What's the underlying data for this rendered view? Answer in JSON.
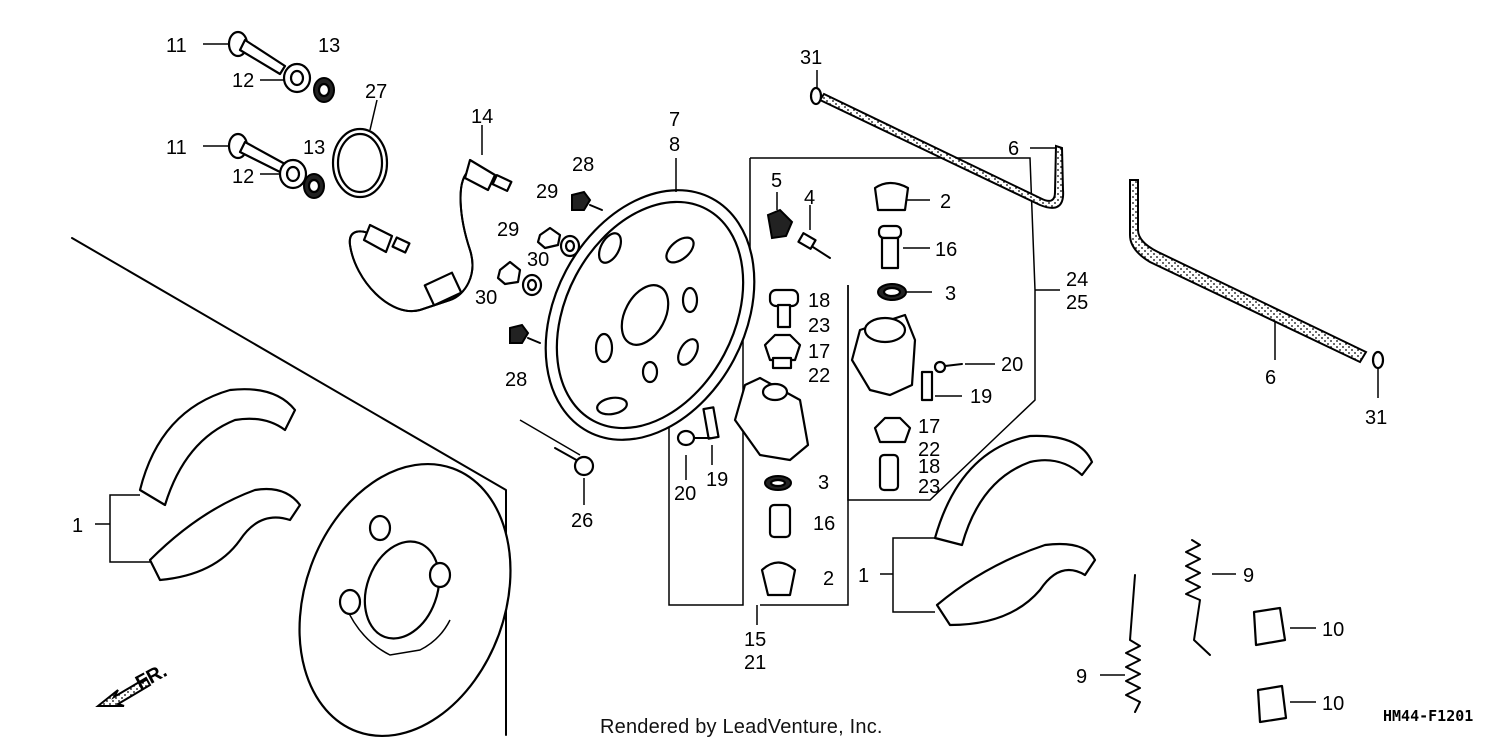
{
  "callouts": [
    {
      "id": "c11a",
      "text": "11"
    },
    {
      "id": "c12a",
      "text": "12"
    },
    {
      "id": "c13a",
      "text": "13"
    },
    {
      "id": "c11b",
      "text": "11"
    },
    {
      "id": "c12b",
      "text": "12"
    },
    {
      "id": "c13b",
      "text": "13"
    },
    {
      "id": "c27",
      "text": "27"
    },
    {
      "id": "c14",
      "text": "14"
    },
    {
      "id": "c28a",
      "text": "28"
    },
    {
      "id": "c29a",
      "text": "29"
    },
    {
      "id": "c29b",
      "text": "29"
    },
    {
      "id": "c30a",
      "text": "30"
    },
    {
      "id": "c30b",
      "text": "30"
    },
    {
      "id": "c28b",
      "text": "28"
    },
    {
      "id": "c7",
      "text": "7"
    },
    {
      "id": "c8",
      "text": "8"
    },
    {
      "id": "c5",
      "text": "5"
    },
    {
      "id": "c4",
      "text": "4"
    },
    {
      "id": "c18a",
      "text": "18"
    },
    {
      "id": "c23a",
      "text": "23"
    },
    {
      "id": "c17a",
      "text": "17"
    },
    {
      "id": "c22a",
      "text": "22"
    },
    {
      "id": "c31a",
      "text": "31"
    },
    {
      "id": "c6a",
      "text": "6"
    },
    {
      "id": "c2a",
      "text": "2"
    },
    {
      "id": "c16a",
      "text": "16"
    },
    {
      "id": "c3a",
      "text": "3"
    },
    {
      "id": "c24",
      "text": "24"
    },
    {
      "id": "c25",
      "text": "25"
    },
    {
      "id": "c20a",
      "text": "20"
    },
    {
      "id": "c19a",
      "text": "19"
    },
    {
      "id": "c17b",
      "text": "17"
    },
    {
      "id": "c22b",
      "text": "22"
    },
    {
      "id": "c18b",
      "text": "18"
    },
    {
      "id": "c23b",
      "text": "23"
    },
    {
      "id": "c6b",
      "text": "6"
    },
    {
      "id": "c31b",
      "text": "31"
    },
    {
      "id": "c1a",
      "text": "1"
    },
    {
      "id": "c26",
      "text": "26"
    },
    {
      "id": "c20b",
      "text": "20"
    },
    {
      "id": "c19b",
      "text": "19"
    },
    {
      "id": "c3b",
      "text": "3"
    },
    {
      "id": "c16b",
      "text": "16"
    },
    {
      "id": "c2b",
      "text": "2"
    },
    {
      "id": "c15",
      "text": "15"
    },
    {
      "id": "c21",
      "text": "21"
    },
    {
      "id": "c1b",
      "text": "1"
    },
    {
      "id": "c9a",
      "text": "9"
    },
    {
      "id": "c9b",
      "text": "9"
    },
    {
      "id": "c10a",
      "text": "10"
    },
    {
      "id": "c10b",
      "text": "10"
    }
  ],
  "front_marker": "FR.",
  "credit": "Rendered by LeadVenture, Inc.",
  "diagram_code": "HM44-F1201"
}
